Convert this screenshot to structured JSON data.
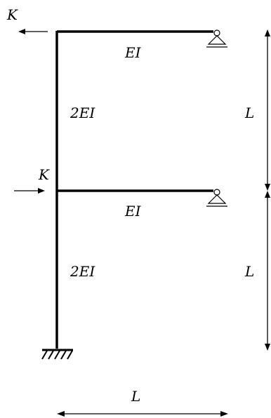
{
  "loads": {
    "top": "K",
    "middle": "K"
  },
  "members": {
    "top_beam": "EI",
    "upper_column": "2EI",
    "lower_beam": "EI",
    "lower_column": "2EI"
  },
  "dimensions": {
    "upper_height": "L",
    "lower_height": "L",
    "span": "L"
  },
  "colors": {
    "line": "#000000"
  }
}
